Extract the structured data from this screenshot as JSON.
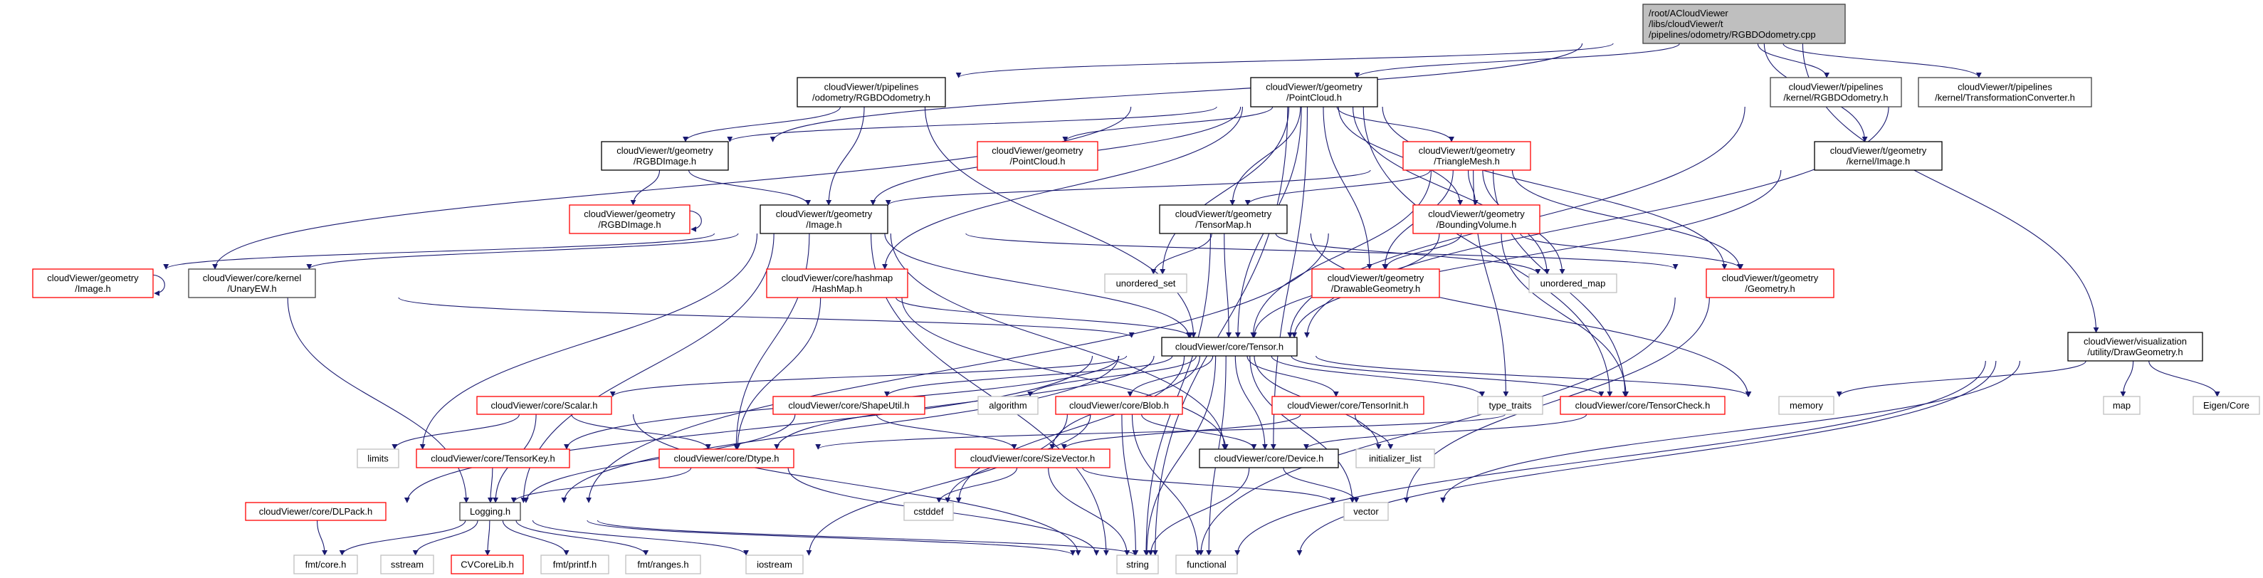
{
  "colors": {
    "edge": "#191970",
    "root_fill": "#bfbfbf",
    "root_border": "#404040",
    "documented_border": "#000000",
    "truncated_border": "#ff0000",
    "external_border": "#bfbfbf"
  },
  "nodes": {
    "root": {
      "lines": [
        "/root/ACloudViewer",
        "/libs/cloudViewer/t",
        "/pipelines/odometry/RGBDOdometry.cpp"
      ],
      "kind": "root"
    },
    "podo": {
      "lines": [
        "cloudViewer/t/pipelines",
        "/odometry/RGBDOdometry.h"
      ],
      "kind": "documented"
    },
    "pcl": {
      "lines": [
        "cloudViewer/t/geometry",
        "/PointCloud.h"
      ],
      "kind": "documented"
    },
    "krgbd": {
      "lines": [
        "cloudViewer/t/pipelines",
        "/kernel/RGBDOdometry.h"
      ],
      "kind": "documented"
    },
    "ktc": {
      "lines": [
        "cloudViewer/t/pipelines",
        "/kernel/TransformationConverter.h"
      ],
      "kind": "documented"
    },
    "rgbdt": {
      "lines": [
        "cloudViewer/t/geometry",
        "/RGBDImage.h"
      ],
      "kind": "documented"
    },
    "gpcl": {
      "lines": [
        "cloudViewer/geometry",
        "/PointCloud.h"
      ],
      "kind": "truncated"
    },
    "tmesh": {
      "lines": [
        "cloudViewer/t/geometry",
        "/TriangleMesh.h"
      ],
      "kind": "truncated"
    },
    "kimg": {
      "lines": [
        "cloudViewer/t/geometry",
        "/kernel/Image.h"
      ],
      "kind": "documented"
    },
    "grgbd": {
      "lines": [
        "cloudViewer/geometry",
        "/RGBDImage.h"
      ],
      "kind": "truncated"
    },
    "timg": {
      "lines": [
        "cloudViewer/t/geometry",
        "/Image.h"
      ],
      "kind": "documented"
    },
    "tmap": {
      "lines": [
        "cloudViewer/t/geometry",
        "/TensorMap.h"
      ],
      "kind": "documented"
    },
    "bvol": {
      "lines": [
        "cloudViewer/t/geometry",
        "/BoundingVolume.h"
      ],
      "kind": "truncated"
    },
    "draw": {
      "lines": [
        "cloudViewer/visualization",
        "/utility/DrawGeometry.h"
      ],
      "kind": "documented"
    },
    "gimg": {
      "lines": [
        "cloudViewer/geometry",
        "/Image.h"
      ],
      "kind": "truncated"
    },
    "unary": {
      "lines": [
        "cloudViewer/core/kernel",
        "/UnaryEW.h"
      ],
      "kind": "documented"
    },
    "hash": {
      "lines": [
        "cloudViewer/core/hashmap",
        "/HashMap.h"
      ],
      "kind": "truncated"
    },
    "uset": {
      "lines": [
        "unordered_set"
      ],
      "kind": "external"
    },
    "dgeom": {
      "lines": [
        "cloudViewer/t/geometry",
        "/DrawableGeometry.h"
      ],
      "kind": "truncated"
    },
    "umap": {
      "lines": [
        "unordered_map"
      ],
      "kind": "external"
    },
    "geom": {
      "lines": [
        "cloudViewer/t/geometry",
        "/Geometry.h"
      ],
      "kind": "truncated"
    },
    "tensor": {
      "lines": [
        "cloudViewer/core/Tensor.h"
      ],
      "kind": "documented"
    },
    "scalar": {
      "lines": [
        "cloudViewer/core/Scalar.h"
      ],
      "kind": "truncated"
    },
    "shape": {
      "lines": [
        "cloudViewer/core/ShapeUtil.h"
      ],
      "kind": "truncated"
    },
    "algo": {
      "lines": [
        "algorithm"
      ],
      "kind": "external"
    },
    "blob": {
      "lines": [
        "cloudViewer/core/Blob.h"
      ],
      "kind": "truncated"
    },
    "tinit": {
      "lines": [
        "cloudViewer/core/TensorInit.h"
      ],
      "kind": "truncated"
    },
    "ttraits": {
      "lines": [
        "type_traits"
      ],
      "kind": "external"
    },
    "tcheck": {
      "lines": [
        "cloudViewer/core/TensorCheck.h"
      ],
      "kind": "truncated"
    },
    "memory": {
      "lines": [
        "memory"
      ],
      "kind": "external"
    },
    "map": {
      "lines": [
        "map"
      ],
      "kind": "external"
    },
    "eigen": {
      "lines": [
        "Eigen/Core"
      ],
      "kind": "external"
    },
    "limits": {
      "lines": [
        "limits"
      ],
      "kind": "external"
    },
    "tkey": {
      "lines": [
        "cloudViewer/core/TensorKey.h"
      ],
      "kind": "truncated"
    },
    "dtype": {
      "lines": [
        "cloudViewer/core/Dtype.h"
      ],
      "kind": "truncated"
    },
    "svec": {
      "lines": [
        "cloudViewer/core/SizeVector.h"
      ],
      "kind": "truncated"
    },
    "device": {
      "lines": [
        "cloudViewer/core/Device.h"
      ],
      "kind": "documented"
    },
    "ilist": {
      "lines": [
        "initializer_list"
      ],
      "kind": "external"
    },
    "dlpack": {
      "lines": [
        "cloudViewer/core/DLPack.h"
      ],
      "kind": "truncated"
    },
    "logging": {
      "lines": [
        "Logging.h"
      ],
      "kind": "documented"
    },
    "cstddef": {
      "lines": [
        "cstddef"
      ],
      "kind": "external"
    },
    "vector": {
      "lines": [
        "vector"
      ],
      "kind": "external"
    },
    "fmtcore": {
      "lines": [
        "fmt/core.h"
      ],
      "kind": "external"
    },
    "sstream": {
      "lines": [
        "sstream"
      ],
      "kind": "external"
    },
    "cvcore": {
      "lines": [
        "CVCoreLib.h"
      ],
      "kind": "truncated"
    },
    "fmtprintf": {
      "lines": [
        "fmt/printf.h"
      ],
      "kind": "external"
    },
    "fmtranges": {
      "lines": [
        "fmt/ranges.h"
      ],
      "kind": "external"
    },
    "iostream": {
      "lines": [
        "iostream"
      ],
      "kind": "external"
    },
    "string": {
      "lines": [
        "string"
      ],
      "kind": "external"
    },
    "functional": {
      "lines": [
        "functional"
      ],
      "kind": "external"
    }
  },
  "edges": [
    [
      "root",
      "podo"
    ],
    [
      "root",
      "rgbdt"
    ],
    [
      "root",
      "pcl"
    ],
    [
      "root",
      "krgbd"
    ],
    [
      "root",
      "ktc"
    ],
    [
      "root",
      "kimg"
    ],
    [
      "root",
      "draw"
    ],
    [
      "podo",
      "rgbdt"
    ],
    [
      "podo",
      "timg"
    ],
    [
      "podo",
      "tensor"
    ],
    [
      "rgbdt",
      "grgbd"
    ],
    [
      "rgbdt",
      "timg"
    ],
    [
      "grgbd",
      "grgbd"
    ],
    [
      "gimg",
      "gimg"
    ],
    [
      "pcl",
      "rgbdt"
    ],
    [
      "pcl",
      "timg"
    ],
    [
      "pcl",
      "gpcl"
    ],
    [
      "pcl",
      "tmesh"
    ],
    [
      "pcl",
      "tmap"
    ],
    [
      "pcl",
      "bvol"
    ],
    [
      "pcl",
      "dgeom"
    ],
    [
      "pcl",
      "geom"
    ],
    [
      "pcl",
      "uset"
    ],
    [
      "pcl",
      "umap"
    ],
    [
      "pcl",
      "tensor"
    ],
    [
      "pcl",
      "hash"
    ],
    [
      "pcl",
      "gimg"
    ],
    [
      "pcl",
      "string"
    ],
    [
      "pcl",
      "tcheck"
    ],
    [
      "pcl",
      "device"
    ],
    [
      "tmesh",
      "timg"
    ],
    [
      "tmesh",
      "tmap"
    ],
    [
      "tmesh",
      "bvol"
    ],
    [
      "tmesh",
      "dgeom"
    ],
    [
      "tmesh",
      "geom"
    ],
    [
      "tmesh",
      "tensor"
    ],
    [
      "tmesh",
      "tcheck"
    ],
    [
      "tmesh",
      "umap"
    ],
    [
      "tmesh",
      "ttraits"
    ],
    [
      "timg",
      "gimg"
    ],
    [
      "timg",
      "unary"
    ],
    [
      "timg",
      "tensor"
    ],
    [
      "timg",
      "dtype"
    ],
    [
      "timg",
      "logging"
    ],
    [
      "timg",
      "limits"
    ],
    [
      "timg",
      "geom"
    ],
    [
      "timg",
      "string"
    ],
    [
      "timg",
      "device"
    ],
    [
      "tmap",
      "uset"
    ],
    [
      "tmap",
      "umap"
    ],
    [
      "tmap",
      "tensor"
    ],
    [
      "tmap",
      "string"
    ],
    [
      "tmap",
      "memory"
    ],
    [
      "bvol",
      "dgeom"
    ],
    [
      "bvol",
      "geom"
    ],
    [
      "bvol",
      "tensor"
    ],
    [
      "bvol",
      "tcheck"
    ],
    [
      "bvol",
      "logging"
    ],
    [
      "hash",
      "tensor"
    ],
    [
      "hash",
      "dtype"
    ],
    [
      "hash",
      "device"
    ],
    [
      "unary",
      "logging"
    ],
    [
      "unary",
      "tensor"
    ],
    [
      "geom",
      "string"
    ],
    [
      "geom",
      "vector"
    ],
    [
      "krgbd",
      "tensor"
    ],
    [
      "ktc",
      "tensor"
    ],
    [
      "kimg",
      "tensor"
    ],
    [
      "tensor",
      "scalar"
    ],
    [
      "tensor",
      "shape"
    ],
    [
      "tensor",
      "algo"
    ],
    [
      "tensor",
      "blob"
    ],
    [
      "tensor",
      "tinit"
    ],
    [
      "tensor",
      "ttraits"
    ],
    [
      "tensor",
      "tcheck"
    ],
    [
      "tensor",
      "memory"
    ],
    [
      "tensor",
      "dtype"
    ],
    [
      "tensor",
      "tkey"
    ],
    [
      "tensor",
      "dlpack"
    ],
    [
      "tensor",
      "svec"
    ],
    [
      "tensor",
      "device"
    ],
    [
      "tensor",
      "cstddef"
    ],
    [
      "tensor",
      "string"
    ],
    [
      "tensor",
      "vector"
    ],
    [
      "tensor",
      "logging"
    ],
    [
      "tensor",
      "functional"
    ],
    [
      "tensor",
      "ilist"
    ],
    [
      "scalar",
      "limits"
    ],
    [
      "scalar",
      "dtype"
    ],
    [
      "scalar",
      "logging"
    ],
    [
      "scalar",
      "string"
    ],
    [
      "tkey",
      "logging"
    ],
    [
      "dtype",
      "logging"
    ],
    [
      "dtype",
      "string"
    ],
    [
      "shape",
      "svec"
    ],
    [
      "shape",
      "logging"
    ],
    [
      "blob",
      "device"
    ],
    [
      "blob",
      "cstddef"
    ],
    [
      "blob",
      "string"
    ],
    [
      "blob",
      "functional"
    ],
    [
      "blob",
      "iostream"
    ],
    [
      "tinit",
      "svec"
    ],
    [
      "tinit",
      "ilist"
    ],
    [
      "tcheck",
      "dtype"
    ],
    [
      "tcheck",
      "device"
    ],
    [
      "svec",
      "cstddef"
    ],
    [
      "svec",
      "string"
    ],
    [
      "svec",
      "vector"
    ],
    [
      "device",
      "string"
    ],
    [
      "device",
      "vector"
    ],
    [
      "dlpack",
      "fmtcore"
    ],
    [
      "logging",
      "fmtcore"
    ],
    [
      "logging",
      "sstream"
    ],
    [
      "logging",
      "cvcore"
    ],
    [
      "logging",
      "fmtprintf"
    ],
    [
      "logging",
      "fmtranges"
    ],
    [
      "logging",
      "iostream"
    ],
    [
      "logging",
      "string"
    ],
    [
      "logging",
      "functional"
    ],
    [
      "draw",
      "memory"
    ],
    [
      "draw",
      "map"
    ],
    [
      "draw",
      "eigen"
    ],
    [
      "draw",
      "vector"
    ],
    [
      "draw",
      "string"
    ],
    [
      "draw",
      "functional"
    ]
  ]
}
